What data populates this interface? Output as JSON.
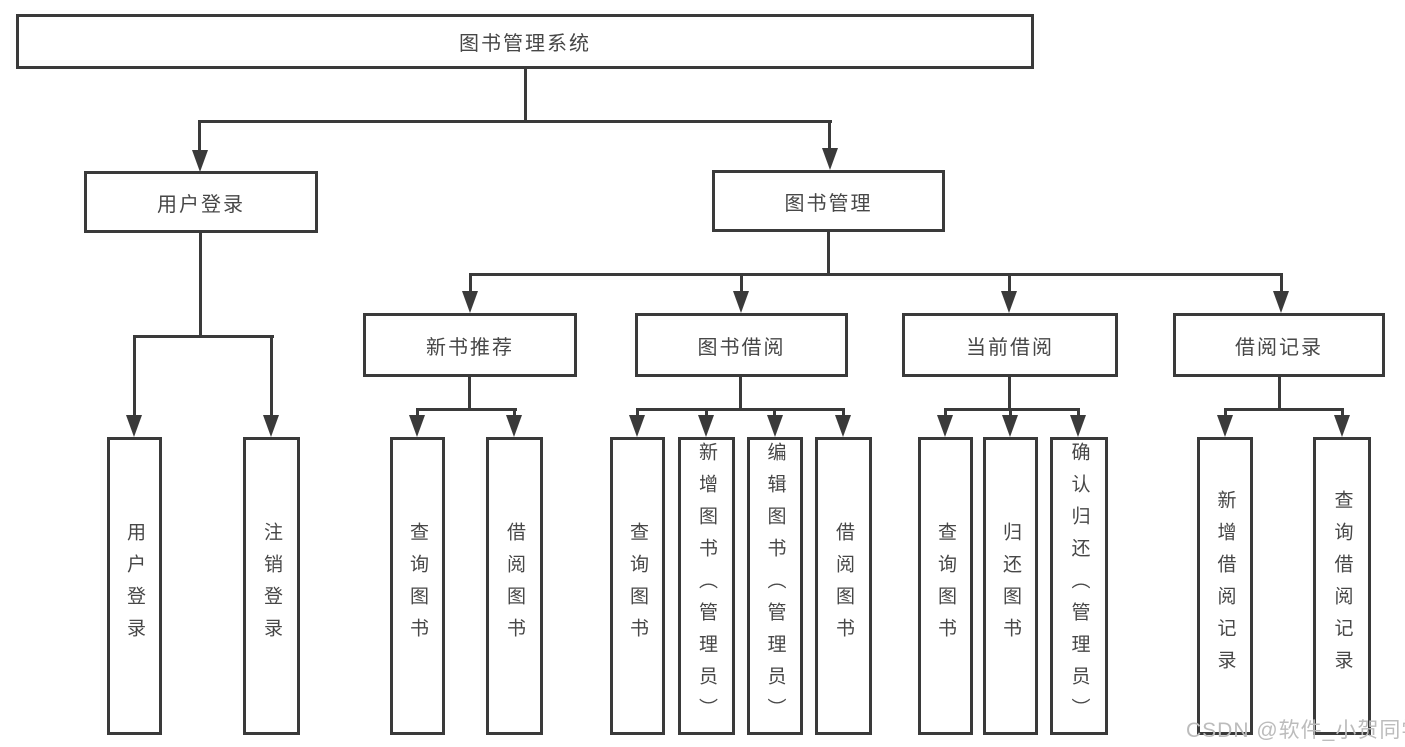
{
  "colors": {
    "line": "#3a3a3a",
    "box_border": "#3a3a3a",
    "box_fill": "#ffffff",
    "text": "#474747",
    "watermark": "#bcbcbc",
    "background": "#ffffff"
  },
  "tree": {
    "root": {
      "label": "图书管理系统"
    },
    "branches": [
      {
        "label": "用户登录",
        "children": [
          {
            "label": "用户登录"
          },
          {
            "label": "注销登录"
          }
        ]
      },
      {
        "label": "图书管理",
        "children": [
          {
            "label": "新书推荐",
            "children": [
              {
                "label": "查询图书"
              },
              {
                "label": "借阅图书"
              }
            ]
          },
          {
            "label": "图书借阅",
            "children": [
              {
                "label": "查询图书"
              },
              {
                "label": "新增图书（管理员）"
              },
              {
                "label": "编辑图书（管理员）"
              },
              {
                "label": "借阅图书"
              }
            ]
          },
          {
            "label": "当前借阅",
            "children": [
              {
                "label": "查询图书"
              },
              {
                "label": "归还图书"
              },
              {
                "label": "确认归还（管理员）"
              }
            ]
          },
          {
            "label": "借阅记录",
            "children": [
              {
                "label": "新增借阅记录"
              },
              {
                "label": "查询借阅记录"
              }
            ]
          }
        ]
      }
    ]
  },
  "watermark": {
    "text": "CSDN @软件_小贺同学"
  }
}
